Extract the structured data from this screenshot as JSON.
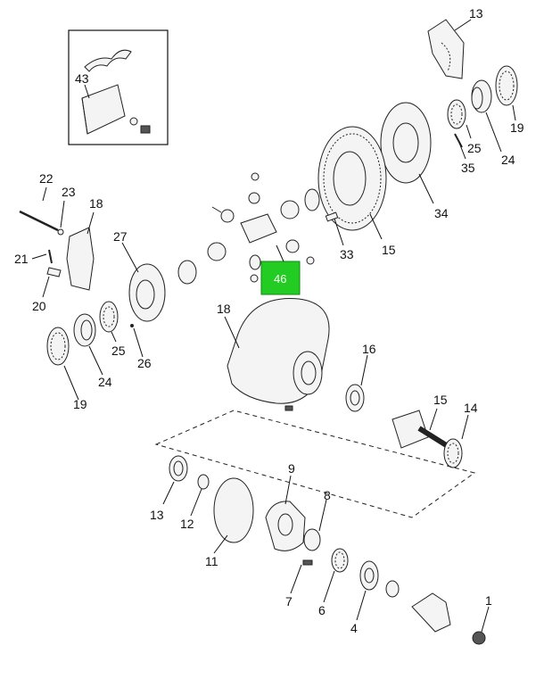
{
  "labels": {
    "l13a": "13",
    "l19a": "19",
    "l25a": "25",
    "l24a": "24",
    "l35": "35",
    "l34": "34",
    "l15a": "15",
    "l33": "33",
    "l43": "43",
    "l22": "22",
    "l23": "23",
    "l18a": "18",
    "l21": "21",
    "l20": "20",
    "l27": "27",
    "l46": "46",
    "l25b": "25",
    "l26": "26",
    "l24b": "24",
    "l19b": "19",
    "l18b": "18",
    "l16": "16",
    "l15b": "15",
    "l14": "14",
    "l13b": "13",
    "l12": "12",
    "l11": "11",
    "l9": "9",
    "l8": "8",
    "l7": "7",
    "l6": "6",
    "l4": "4",
    "l1": "1"
  },
  "highlight": {
    "label": "46",
    "color": "#22cc22"
  }
}
